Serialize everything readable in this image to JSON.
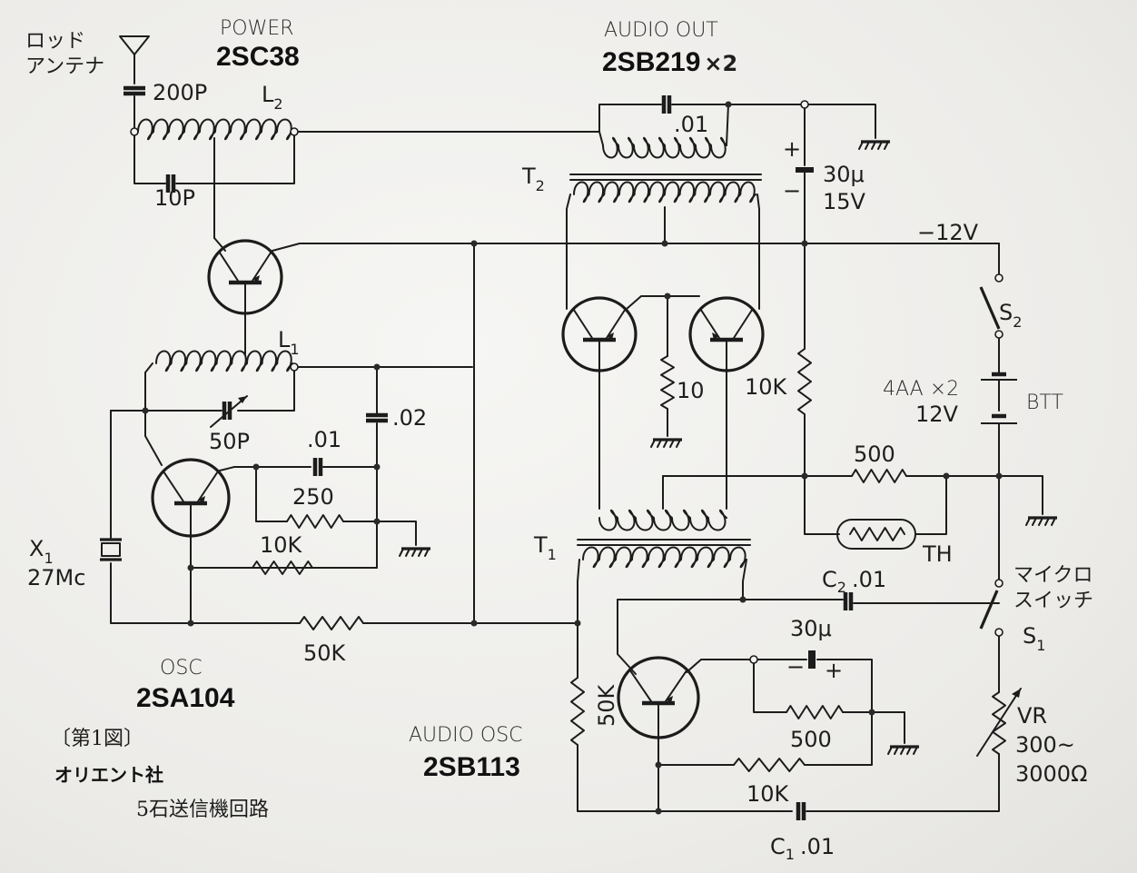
{
  "figure": {
    "caption": "〔第1図〕",
    "company": "オリエント社",
    "title": "5石送信機回路"
  },
  "stages": {
    "power": {
      "role": "POWER",
      "part": "2SC38"
    },
    "audio_out": {
      "role": "AUDIO OUT",
      "part": "2SB219",
      "multiplier": "×2"
    },
    "osc": {
      "role": "OSC",
      "part": "2SA104"
    },
    "audio_osc": {
      "role": "AUDIO OSC",
      "part": "2SB113"
    }
  },
  "antenna": {
    "label_line1": "ロッド",
    "label_line2": "アンテナ"
  },
  "components": {
    "c_antenna": "200P",
    "l2": {
      "name": "L",
      "sub": "2"
    },
    "c_l2": "10P",
    "l1": {
      "name": "L",
      "sub": "1"
    },
    "c_var": "50P",
    "c_osc_a": ".01",
    "c_osc_b": ".02",
    "r_osc_emitter": "250",
    "r_osc_base": "10K",
    "crystal": {
      "name": "X",
      "sub": "1",
      "freq": "27Mc"
    },
    "r_mod": "50K",
    "c_t2": ".01",
    "t2": {
      "name": "T",
      "sub": "2"
    },
    "c_elec_out": {
      "value": "30μ",
      "voltage": "15V",
      "plus": "+",
      "minus": "−"
    },
    "supply": "−12V",
    "s2": {
      "name": "S",
      "sub": "2"
    },
    "battery": {
      "spec": "4AA ×2",
      "voltage": "12V",
      "name": "BTT"
    },
    "r_emitter_out": "10",
    "r_bias_out": "10K",
    "r_th": "500",
    "thermistor": "TH",
    "t1": {
      "name": "T",
      "sub": "1"
    },
    "c2": {
      "name": "C",
      "sub": "2",
      "value": ".01"
    },
    "c_elec_aosc": {
      "value": "30μ",
      "plus": "+",
      "minus": "−"
    },
    "r_aosc_emitter": "500",
    "r_aosc_base": "10K",
    "r_aosc_bias": "50K",
    "c1": {
      "name": "C",
      "sub": "1",
      "value": ".01"
    },
    "s1": {
      "name": "S",
      "sub": "1",
      "label_line1": "マイクロ",
      "label_line2": "スイッチ"
    },
    "vr": {
      "name": "VR",
      "range_line1": "300~",
      "range_line2": "3000Ω"
    }
  }
}
